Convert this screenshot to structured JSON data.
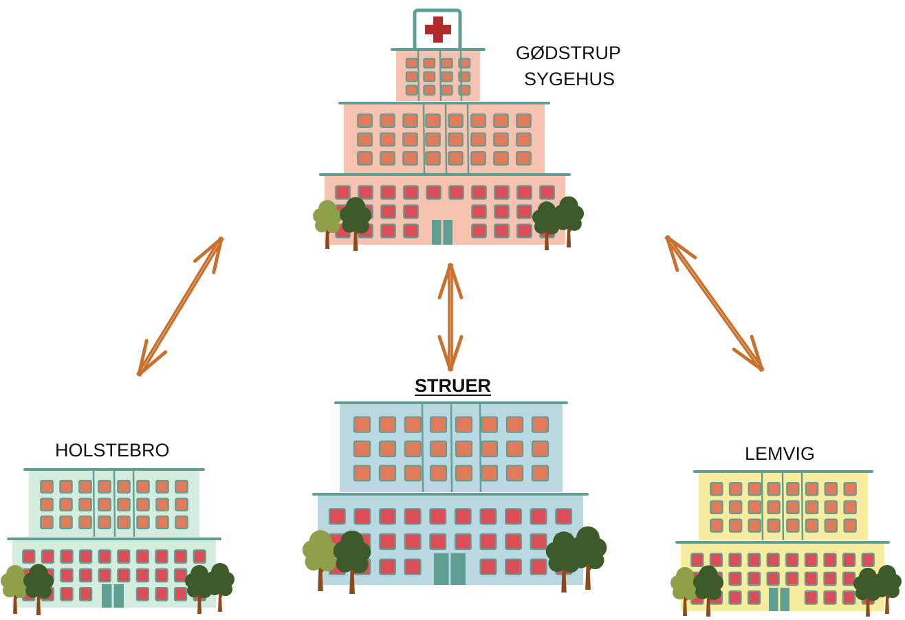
{
  "labels": {
    "godstrup_line1": "GØDSTRUP",
    "godstrup_line2": "SYGEHUS",
    "struer": "STRUER",
    "holstebro": "HOLSTEBRO",
    "lemvig": "LEMVIG"
  },
  "colors": {
    "arrow": "#c8702c",
    "outline": "#5f9e93",
    "godstrup_facade": "#f7c3b0",
    "struer_facade": "#bad8e2",
    "holstebro_facade": "#d4ecdd",
    "lemvig_facade": "#f8ec9e",
    "window_upper": "#e07c5c",
    "window_lower": "#db4e58",
    "cross": "#b02b2b",
    "tree_dark": "#3d5a2a",
    "tree_light": "#8ea04a",
    "trunk": "#8b4a1c"
  }
}
